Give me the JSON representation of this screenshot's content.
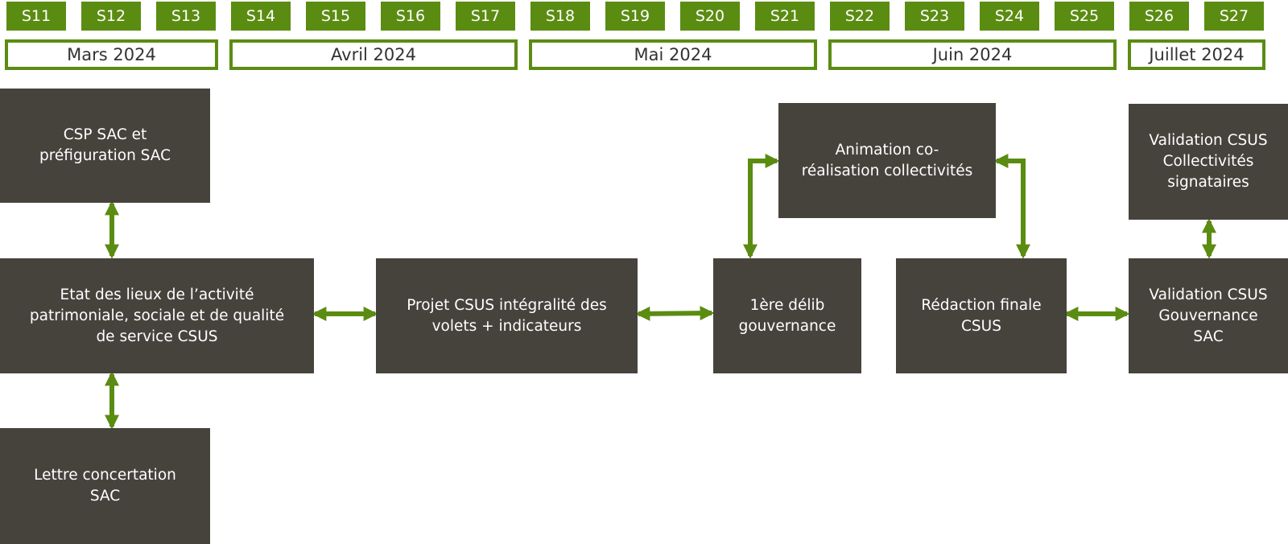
{
  "colors": {
    "accent": "#5b8c12",
    "box": "#46433d",
    "box_text": "#ffffff",
    "month_text": "#333333"
  },
  "weeks": [
    "S11",
    "S12",
    "S13",
    "S14",
    "S15",
    "S16",
    "S17",
    "S18",
    "S19",
    "S20",
    "S21",
    "S22",
    "S23",
    "S24",
    "S25",
    "S26",
    "S27"
  ],
  "months": [
    "Mars 2024",
    "Avril 2024",
    "Mai 2024",
    "Juin 2024",
    "Juillet 2024"
  ],
  "boxes": {
    "csp": "CSP SAC et\npréfiguration SAC",
    "etat": "Etat des lieux de l’activité\npatrimoniale, sociale et de qualité\nde service CSUS",
    "lettre": "Lettre concertation\nSAC",
    "projet": "Projet CSUS intégralité des\nvolets + indicateurs",
    "delib": "1ère délib\ngouvernance",
    "animation": "Animation co-\nréalisation collectivités",
    "redaction": "Rédaction finale\nCSUS",
    "valid_collect": "Validation CSUS\nCollectivités\nsignataires",
    "valid_gouv": "Validation CSUS\nGouvernance\nSAC"
  }
}
